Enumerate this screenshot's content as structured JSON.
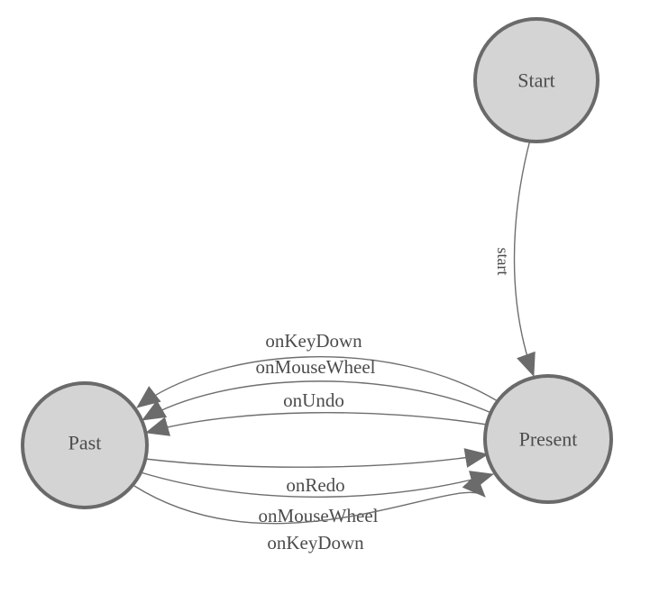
{
  "diagram": {
    "type": "state-transition-diagram",
    "colors": {
      "background": "#ffffff",
      "node_fill": "#d4d4d4",
      "node_stroke": "#6a6a6a",
      "edge_stroke": "#6e6e6e",
      "arrowhead_fill": "#6b6b6b",
      "label_text": "#4c4c4c"
    },
    "nodes": [
      {
        "id": "start",
        "label": "Start"
      },
      {
        "id": "past",
        "label": "Past"
      },
      {
        "id": "present",
        "label": "Present"
      }
    ],
    "edges": [
      {
        "from": "start",
        "to": "present",
        "label": "start"
      },
      {
        "from": "present",
        "to": "past",
        "label": "onKeyDown"
      },
      {
        "from": "present",
        "to": "past",
        "label": "onMouseWheel"
      },
      {
        "from": "present",
        "to": "past",
        "label": "onUndo"
      },
      {
        "from": "past",
        "to": "present",
        "label": "onRedo"
      },
      {
        "from": "past",
        "to": "present",
        "label": "onMouseWheel"
      },
      {
        "from": "past",
        "to": "present",
        "label": "onKeyDown"
      }
    ]
  }
}
